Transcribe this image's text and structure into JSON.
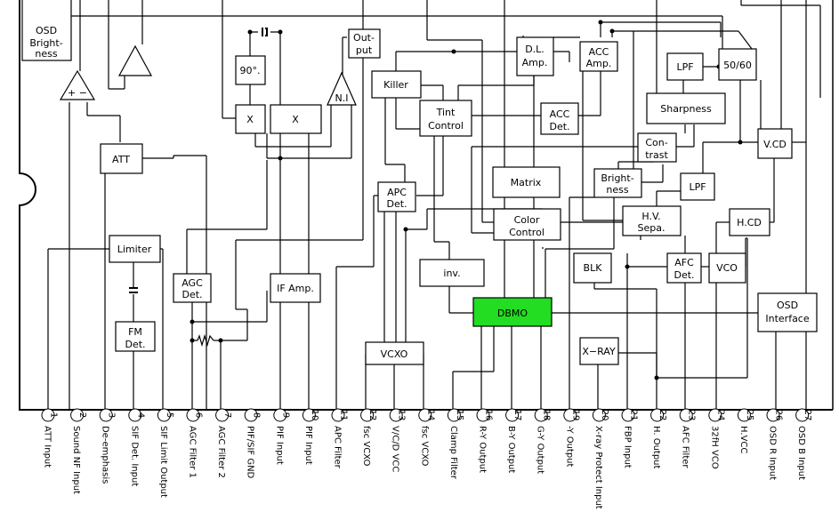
{
  "blocks": {
    "osd_brightness": [
      "OSD",
      "Bright-",
      "ness"
    ],
    "output": [
      "Out-",
      "put"
    ],
    "phase90": "90°.",
    "mixer": "X",
    "ni": "N.I",
    "killer": "Killer",
    "dl_amp": [
      "D.L.",
      "Amp."
    ],
    "acc_amp": [
      "ACC",
      "Amp."
    ],
    "lpf": "LPF",
    "fiftysixty": "50/60",
    "tint_control": [
      "Tint",
      "Control"
    ],
    "acc_det": [
      "ACC",
      "Det."
    ],
    "sharpness": "Sharpness",
    "contrast": [
      "Con-",
      "trast"
    ],
    "vcd": "V.CD",
    "att": "ATT",
    "apc_det": [
      "APC",
      "Det."
    ],
    "matrix": "Matrix",
    "brightness": [
      "Bright-",
      "ness"
    ],
    "hv_sepa": [
      "H.V.",
      "Sepa."
    ],
    "hcd": "H.CD",
    "limiter": "Limiter",
    "color_control": [
      "Color",
      "Control"
    ],
    "agc_det": [
      "AGC",
      "Det."
    ],
    "if_amp": "IF Amp.",
    "inv": "inv.",
    "blk": "BLK",
    "afc_det": [
      "AFC",
      "Det."
    ],
    "vco": "VCO",
    "dbmo": "DBMO",
    "osd_interface": [
      "OSD",
      "Interface"
    ],
    "fm_det": [
      "FM",
      "Det."
    ],
    "vcxo": "VCXO",
    "xray": "X−RAY",
    "amp_plus": "+ −"
  },
  "colors": {
    "dbmo_fill": "#22dd22"
  },
  "pins": [
    {
      "num": "1",
      "label": "ATT Input"
    },
    {
      "num": "2",
      "label": "Sound NF Input"
    },
    {
      "num": "3",
      "label": "De-emphasis"
    },
    {
      "num": "4",
      "label": "SIF Det. Input"
    },
    {
      "num": "5",
      "label": "SIF Limit Output"
    },
    {
      "num": "6",
      "label": "AGC Filter 1"
    },
    {
      "num": "7",
      "label": "AGC Filter 2"
    },
    {
      "num": "8",
      "label": "PIF/SIF GND"
    },
    {
      "num": "9",
      "label": "PIF Input"
    },
    {
      "num": "10",
      "label": "PIF Input"
    },
    {
      "num": "11",
      "label": "APC Filter"
    },
    {
      "num": "12",
      "label": "fsc VCXO"
    },
    {
      "num": "13",
      "label": "V/C/D VCC"
    },
    {
      "num": "14",
      "label": "fsc VCXO"
    },
    {
      "num": "15",
      "label": "Clamp Filter"
    },
    {
      "num": "16",
      "label": "R-Y Output"
    },
    {
      "num": "17",
      "label": "B-Y Output"
    },
    {
      "num": "18",
      "label": "G-Y Output"
    },
    {
      "num": "19",
      "label": "-Y Output"
    },
    {
      "num": "20",
      "label": "X-ray Protect Input"
    },
    {
      "num": "21",
      "label": "FBP Input"
    },
    {
      "num": "22",
      "label": "H. Output"
    },
    {
      "num": "23",
      "label": "AFC Filter"
    },
    {
      "num": "24",
      "label": "32fH VCO"
    },
    {
      "num": "25",
      "label": "H.VCC"
    },
    {
      "num": "26",
      "label": "OSD R Input"
    },
    {
      "num": "27",
      "label": "OSD B Input"
    }
  ]
}
